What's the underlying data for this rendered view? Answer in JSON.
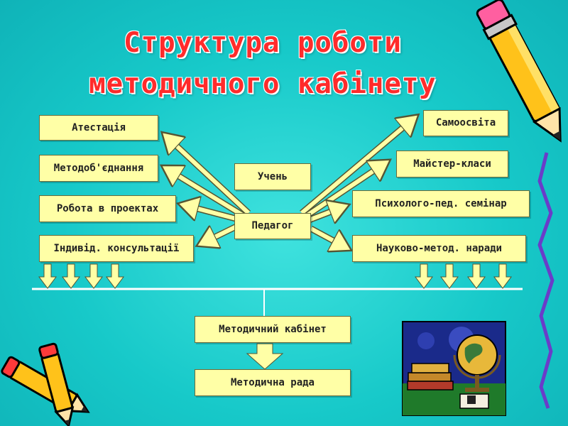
{
  "title": {
    "line1": "Структура роботи",
    "line2": "методичного кабінету"
  },
  "left_items": [
    "Атестація",
    "Методоб'єднання",
    "Робота в проектах",
    "Індивід. консультації"
  ],
  "right_items": [
    "Самоосвіта",
    "Майстер-класи",
    "Психолого-пед. семінар",
    "Науково-метод. наради"
  ],
  "center": {
    "student": "Учень",
    "teacher": "Педагог"
  },
  "bottom": {
    "cabinet": "Методичний кабінет",
    "council": "Методична рада"
  },
  "colors": {
    "background": "#17c9c9",
    "box_fill": "#ffffa6",
    "title": "#ff2b2b",
    "arrow_fill": "#ffffa6"
  },
  "icons": [
    "pencil-icon",
    "pencils-icon",
    "globe-books-picture"
  ]
}
